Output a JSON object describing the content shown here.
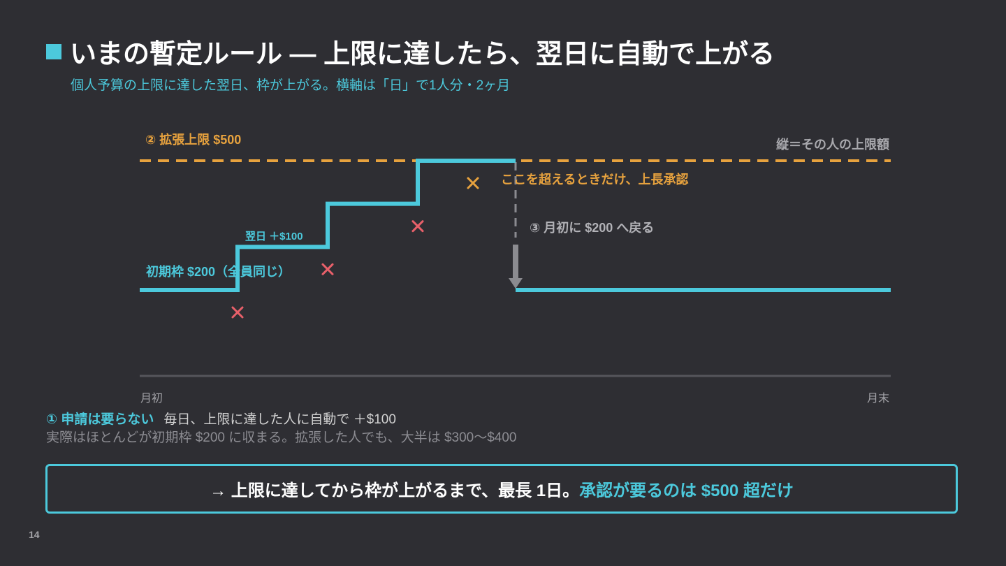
{
  "header": {
    "title": "いまの暫定ルール ― 上限に達したら、翌日に自動で上がる",
    "subtitle": "個人予算の上限に達した翌日、枠が上がる。横軸は「日」で1人分・2ヶ月"
  },
  "diagram": {
    "max_label": "② 拡張上限 $500",
    "axis_caption": "縦＝その人の上限額",
    "approval_label": "ここを超えるときだけ、上長承認",
    "reset_label": "③ 月初に $200 へ戻る",
    "next_day_label": "翌日 ＋$100",
    "initial_label": "初期枠 $200（全員同じ）",
    "x_start_label": "月初",
    "x_end_label": "月末",
    "limit_steps": [
      200,
      300,
      400,
      500,
      200
    ],
    "cap": 500,
    "hit_markers": [
      {
        "value": 200,
        "kind": "auto"
      },
      {
        "value": 300,
        "kind": "auto"
      },
      {
        "value": 400,
        "kind": "auto"
      },
      {
        "value": 500,
        "kind": "approval"
      }
    ],
    "colors": {
      "limit_line": "#4cc9dc",
      "cap_line": "#e7a23e",
      "auto_marker": "#e8606a",
      "approval_marker": "#e7a23e",
      "reset_arrow": "#8b8b90"
    }
  },
  "notes": {
    "line1_highlight": "① 申請は要らない",
    "line1_rest": "毎日、上限に達した人に自動で ＋$100",
    "line2": "実際はほとんどが初期枠 $200 に収まる。拡張した人でも、大半は $300〜$400"
  },
  "callout": {
    "part1": "→ 上限に達してから枠が上がるまで、最長 1日。",
    "part2": "承認が要るのは $500 超だけ"
  },
  "footer": {
    "page_number": "14"
  }
}
